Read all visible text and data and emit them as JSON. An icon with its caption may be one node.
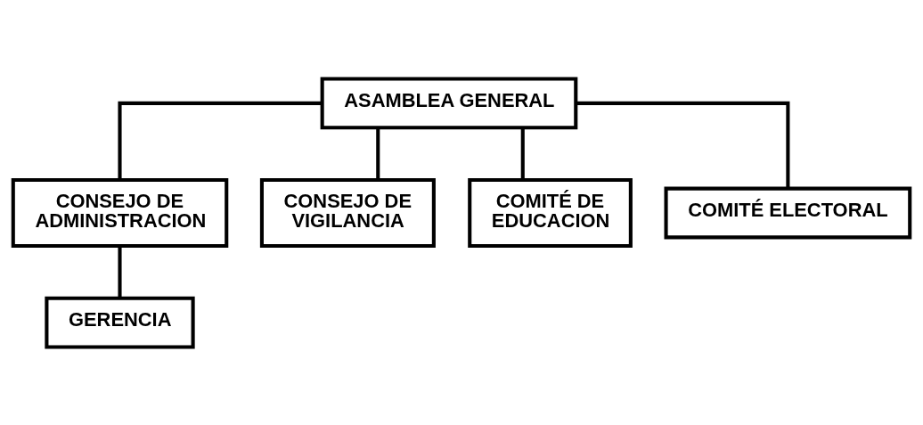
{
  "diagram": {
    "nodes": [
      {
        "text": [
          "ASAMBLEA GENERAL"
        ]
      },
      {
        "text": [
          "CONSEJO DE ADMINISTRACION"
        ]
      },
      {
        "text": [
          "CONSEJO DE VIGILANCIA"
        ]
      },
      {
        "text": [
          "COMITÉ DE EDUCACION"
        ]
      },
      {
        "text": [
          "COMITÉ ELECTORAL"
        ]
      },
      {
        "text": [
          "GERENCIA"
        ]
      }
    ],
    "edges": [
      {
        "from": 0,
        "to": 1,
        "arrow": "none"
      },
      {
        "from": 0,
        "to": 2,
        "arrow": "none"
      },
      {
        "from": 0,
        "to": 3,
        "arrow": "none"
      },
      {
        "from": 0,
        "to": 4,
        "arrow": "none"
      },
      {
        "from": 1,
        "to": 5,
        "arrow": "none"
      }
    ]
  }
}
